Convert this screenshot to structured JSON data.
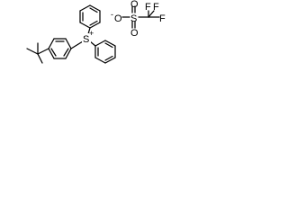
{
  "molecule": {
    "atoms": {
      "sulfonium_s": "S",
      "sulfonium_charge": "+",
      "sulfonate_s": "S",
      "oxygen_top": "O",
      "oxygen_bottom": "O",
      "oxygen_anion": "O",
      "oxygen_anion_charge": "-",
      "fluorine_top_left": "F",
      "fluorine_top_right": "F",
      "fluorine_right": "F"
    },
    "colors": {
      "bond": "#000000",
      "text": "#000000",
      "background": "#ffffff"
    }
  }
}
